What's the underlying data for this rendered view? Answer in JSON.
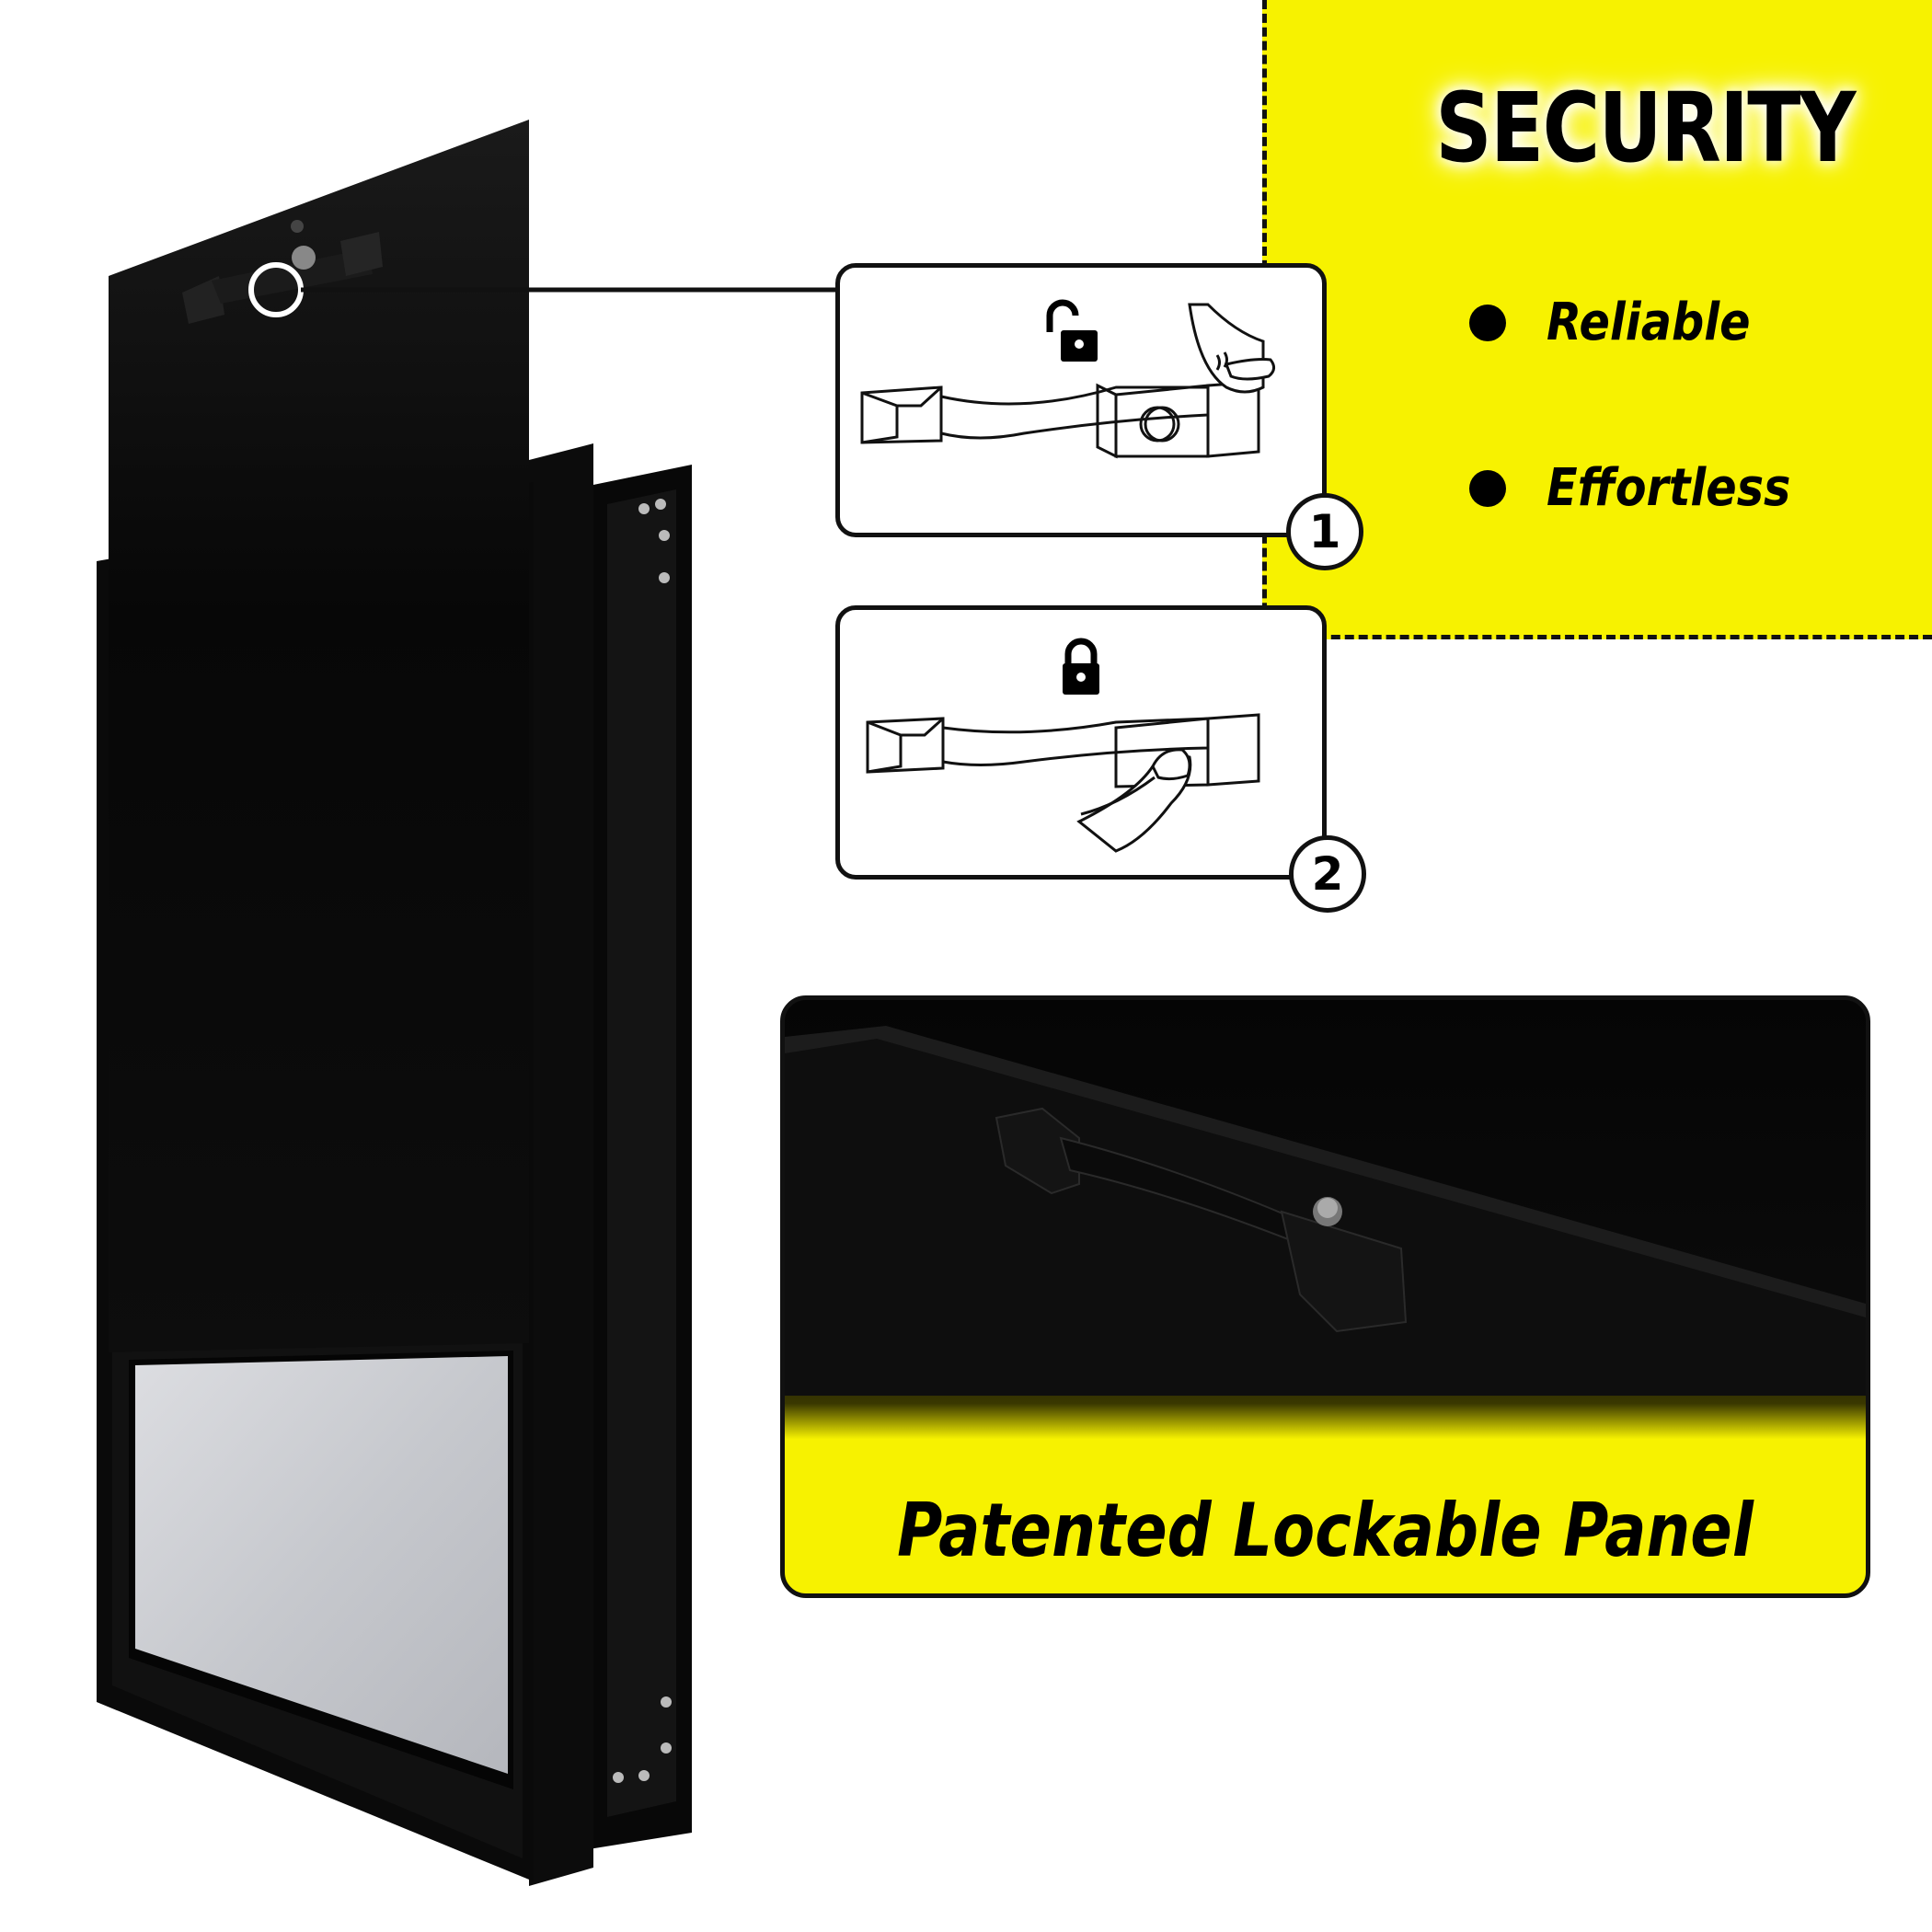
{
  "security": {
    "title": "SECURITY",
    "features": [
      "Reliable",
      "Effortless"
    ]
  },
  "steps": [
    {
      "number": "1",
      "lock_icon": "unlocked-padlock-icon",
      "gesture": "press-button-icon"
    },
    {
      "number": "2",
      "lock_icon": "locked-padlock-icon",
      "gesture": "pull-handle-icon"
    }
  ],
  "detail": {
    "caption": "Patented Lockable Panel"
  },
  "colors": {
    "accent_yellow": "#f7f200",
    "panel_black": "#0a0a0a",
    "window_gray": "#c9cbd0"
  }
}
